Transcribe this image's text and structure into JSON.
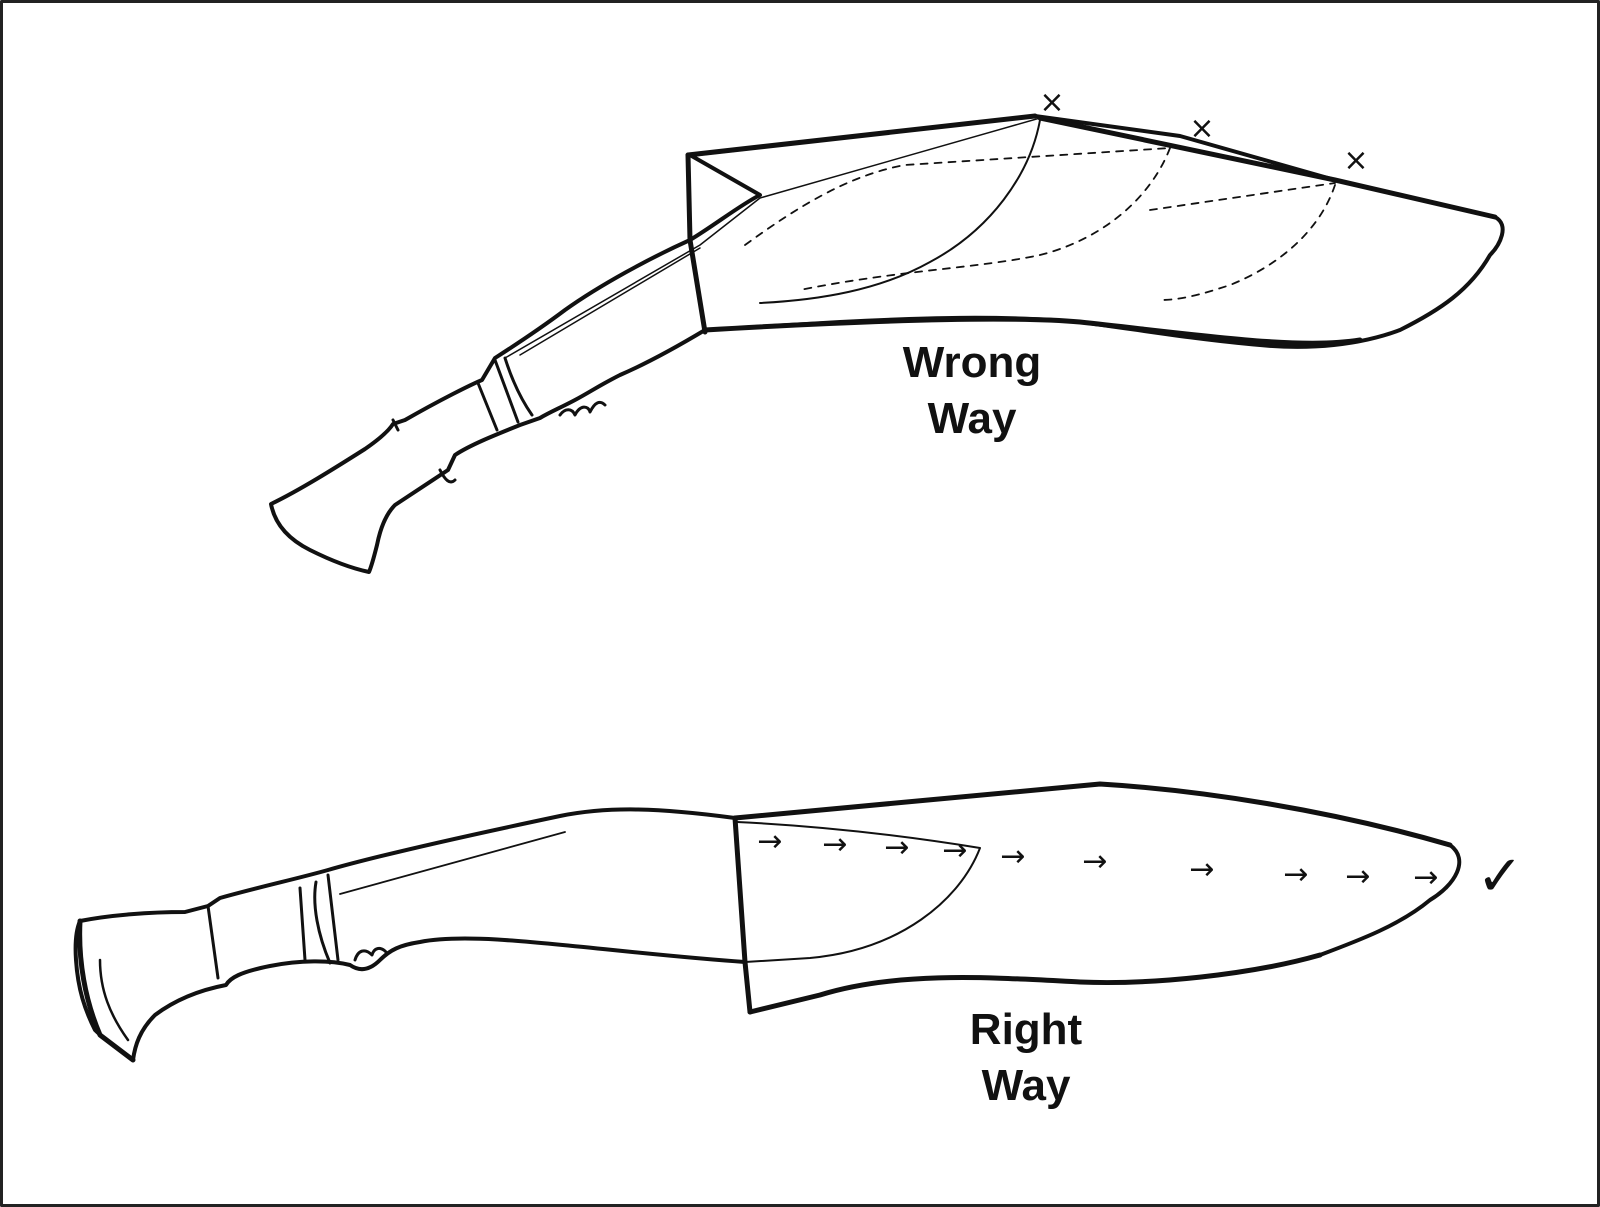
{
  "diagram": {
    "top_figure": {
      "label_lines": [
        "Wrong",
        "Way"
      ],
      "marker": "×"
    },
    "bottom_figure": {
      "label_lines": [
        "Right",
        "Way"
      ],
      "arrow": "→",
      "check": "✓"
    },
    "colors": {
      "ink": "#111111",
      "background": "#ffffff",
      "frame": "#222222"
    }
  }
}
